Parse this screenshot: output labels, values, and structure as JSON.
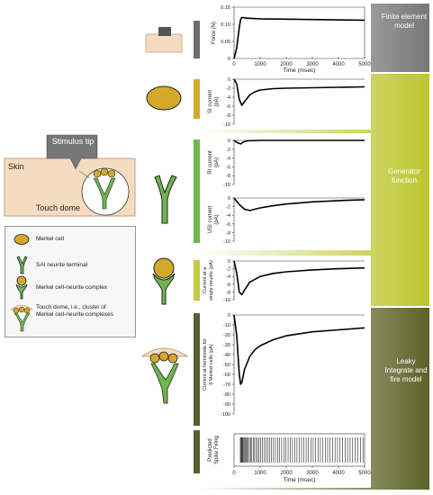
{
  "colors": {
    "merkel": "#d4a92a",
    "neurite": "#6fb64c",
    "dark_green": "#5a5e2c",
    "light_green": "#c3cc3a",
    "skin": "#f5dcc0",
    "band_gray": "#7b7b7b"
  },
  "stages": {
    "finite": "Finite element model",
    "generator": "Generator function",
    "lif": "Leaky Integrate and fire model"
  },
  "inset": {
    "stimulus": "Stimulus tip",
    "skin": "Skin",
    "touch_dome": "Touch dome"
  },
  "legend": {
    "merkel_cell": "Merkel cell",
    "sai_terminal": "SAI neurite terminal",
    "complex": "Merkel cell-neurite complex",
    "touch_dome": "Touch dome, i.e., cluster of Merkel cell-neurite complexes"
  },
  "x_axis": {
    "label": "Time (msec)",
    "ticks": [
      "0",
      "1000",
      "2000",
      "3000",
      "4000",
      "5000"
    ]
  },
  "chart_data": [
    {
      "type": "line",
      "ylabel": "Force (N)",
      "yticks": [
        "0",
        "0.05",
        "0.10",
        "0.15"
      ],
      "ylim": [
        0,
        0.15
      ],
      "x": [
        0,
        100,
        200,
        250,
        300,
        500,
        1000,
        2000,
        3000,
        4000,
        5000
      ],
      "y": [
        0,
        0.03,
        0.09,
        0.115,
        0.12,
        0.118,
        0.116,
        0.115,
        0.114,
        0.113,
        0.112
      ]
    },
    {
      "type": "line",
      "ylabel": "SI current (pA)",
      "yticks": [
        "0",
        "-2",
        "-4",
        "-6",
        "-8",
        "-10"
      ],
      "ylim": [
        -10,
        0
      ],
      "x": [
        0,
        100,
        200,
        300,
        400,
        600,
        800,
        1000,
        1500,
        2000,
        3000,
        4000,
        5000
      ],
      "y": [
        0,
        -1,
        -4.5,
        -5.8,
        -5,
        -3.5,
        -2.8,
        -2.4,
        -2.1,
        -2,
        -1.9,
        -1.8,
        -1.7
      ]
    },
    {
      "type": "line",
      "ylabel": "RI current (pA)",
      "yticks": [
        "0",
        "-2",
        "-4",
        "-6",
        "-8",
        "-10"
      ],
      "ylim": [
        -10,
        0
      ],
      "x": [
        0,
        150,
        250,
        350,
        500,
        1000,
        2000,
        3000,
        4000,
        5000
      ],
      "y": [
        0,
        -0.6,
        -0.8,
        -0.4,
        -0.1,
        0,
        0,
        0,
        0,
        0
      ]
    },
    {
      "type": "line",
      "ylabel": "USI current (pA)",
      "yticks": [
        "0",
        "-2",
        "-4",
        "-6",
        "-8",
        "-10"
      ],
      "ylim": [
        -10,
        0
      ],
      "x": [
        0,
        200,
        400,
        600,
        1000,
        1500,
        2000,
        3000,
        4000,
        5000
      ],
      "y": [
        0,
        -1.5,
        -2.6,
        -2.9,
        -2.3,
        -1.8,
        -1.4,
        -0.9,
        -0.6,
        -0.4
      ]
    },
    {
      "type": "line",
      "ylabel": "Current at a single neurite (pA)",
      "yticks": [
        "0",
        "-2",
        "-4",
        "-6",
        "-8",
        "-10"
      ],
      "ylim": [
        -10,
        0
      ],
      "x": [
        0,
        100,
        200,
        300,
        400,
        600,
        1000,
        1500,
        2000,
        3000,
        4000,
        5000
      ],
      "y": [
        0,
        -3,
        -8,
        -8.7,
        -7.5,
        -5.5,
        -4,
        -3.2,
        -2.8,
        -2.3,
        -2,
        -1.8
      ]
    },
    {
      "type": "line",
      "ylabel": "Current at heminode for 8 Merkel cells (pA)",
      "yticks": [
        "0",
        "-10",
        "-20",
        "-30",
        "-40",
        "-50",
        "-60",
        "-70",
        "-80",
        "-90",
        "-100"
      ],
      "ylim": [
        -100,
        0
      ],
      "x": [
        0,
        100,
        200,
        250,
        300,
        400,
        600,
        800,
        1000,
        1500,
        2000,
        3000,
        4000,
        5000
      ],
      "y": [
        0,
        -20,
        -60,
        -70,
        -68,
        -55,
        -42,
        -35,
        -31,
        -25,
        -21,
        -17,
        -15,
        -13
      ]
    },
    {
      "type": "raster",
      "ylabel": "Predicted Spike Firing",
      "xlim": [
        0,
        5000
      ]
    }
  ]
}
